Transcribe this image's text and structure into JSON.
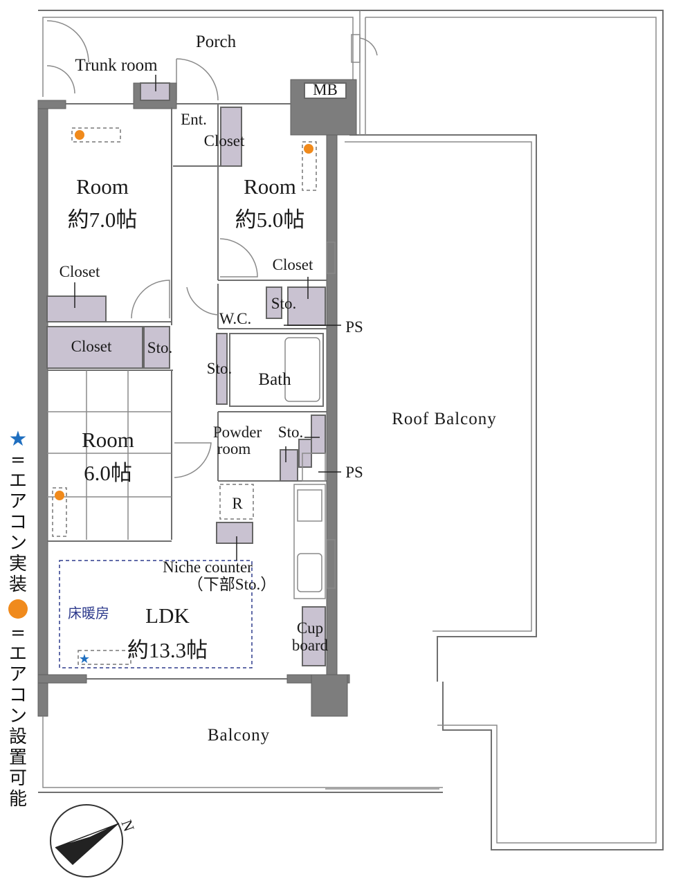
{
  "labels": {
    "porch": "Porch",
    "trunk_room": "Trunk room",
    "mb": "MB",
    "ent_closet_1": "Ent.",
    "ent_closet_2": "Closet",
    "room1_name": "Room",
    "room1_size": "約7.0帖",
    "room2_name": "Room",
    "room2_size": "約5.0帖",
    "room3_name": "Room",
    "room3_size": "6.0帖",
    "closet_a": "Closet",
    "closet_b": "Closet",
    "closet_c": "Closet",
    "sto_a": "Sto.",
    "sto_b": "Sto.",
    "sto_c": "Sto.",
    "sto_d": "Sto.",
    "wc": "W.C.",
    "ps_1": "PS",
    "ps_2": "PS",
    "bath": "Bath",
    "powder_1": "Powder",
    "powder_2": "room",
    "fridge": "R",
    "niche_1": "Niche counter",
    "niche_2": "（下部Sto.）",
    "floor_heating": "床暖房",
    "ldk_name": "LDK",
    "ldk_size": "約13.3帖",
    "cupboard_1": "Cup",
    "cupboard_2": "board",
    "roof_balcony": "Roof Balcony",
    "balcony": "Balcony",
    "north": "N"
  },
  "legend": {
    "installed_symbol": "★",
    "installed_text": [
      "=",
      "エ",
      "ア",
      "コ",
      "ン",
      "実",
      "装"
    ],
    "possible_text": [
      "=",
      "エ",
      "ア",
      "コ",
      "ン",
      "設",
      "置",
      "可",
      "能"
    ]
  },
  "colors": {
    "wall": "#7d7d7d",
    "storage": "#c9c2d1",
    "aircon_installed": "#1f6fc0",
    "aircon_possible": "#f08a1c",
    "floor_heating": "#2d3a8c"
  }
}
